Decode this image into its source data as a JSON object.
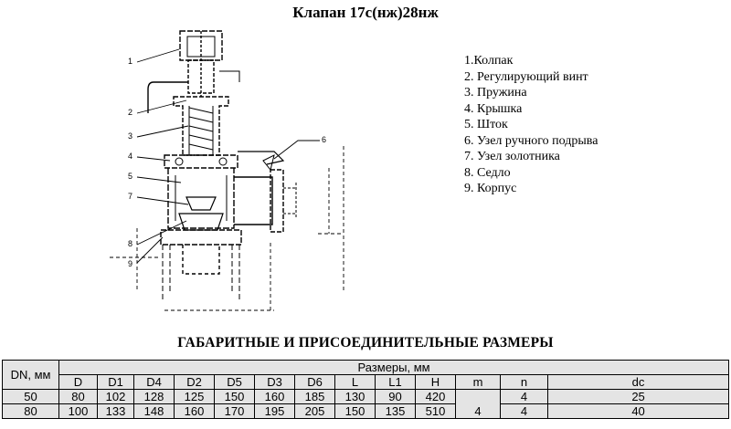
{
  "title": "Клапан 17с(нж)28нж",
  "parts": [
    "1.Колпак",
    "2. Регулирующий винт",
    "3. Пружина",
    "4. Крышка",
    "5. Шток",
    "6. Узел ручного подрыва",
    "7. Узел золотника",
    "8. Седло",
    "9. Корпус"
  ],
  "drawing_labels": [
    "1",
    "2",
    "3",
    "4",
    "5",
    "6",
    "7",
    "8",
    "9"
  ],
  "table_title": "ГАБАРИТНЫЕ И ПРИСОЕДИНИТЕЛЬНЫЕ РАЗМЕРЫ",
  "table": {
    "dn_header": "DN, мм",
    "group_header": "Размеры, мм",
    "columns": [
      "D",
      "D1",
      "D4",
      "D2",
      "D5",
      "D3",
      "D6",
      "L",
      "L1",
      "H",
      "m",
      "n",
      "dc"
    ],
    "rows": [
      {
        "dn": "50",
        "D": "80",
        "D1": "102",
        "D4": "128",
        "D2": "125",
        "D5": "150",
        "D3": "160",
        "D6": "185",
        "L": "130",
        "L1": "90",
        "H": "420",
        "n": "4",
        "dc": "25"
      },
      {
        "dn": "80",
        "D": "100",
        "D1": "133",
        "D4": "148",
        "D2": "160",
        "D5": "170",
        "D3": "195",
        "D6": "205",
        "L": "150",
        "L1": "135",
        "H": "510",
        "n": "4",
        "dc": "40"
      }
    ],
    "m_merged": "4"
  }
}
